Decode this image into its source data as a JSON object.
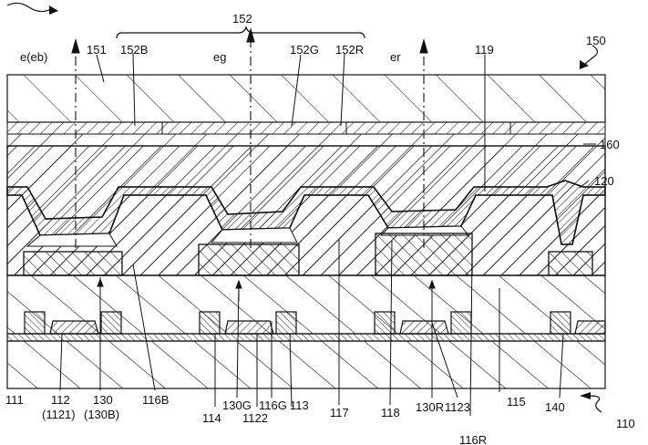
{
  "labels": {
    "l150": "150",
    "l152": "152",
    "l151": "151",
    "l152B": "152B",
    "l152G": "152G",
    "l152R": "152R",
    "l119": "119",
    "l160": "160",
    "l120": "120",
    "eb": "e(eb)",
    "eg": "eg",
    "er": "er",
    "l111": "111",
    "l112": "112",
    "l1121": "(1121)",
    "l130": "130",
    "l130B": "(130B)",
    "l116B": "116B",
    "l114": "114",
    "l130G": "130G",
    "l1122": "1122",
    "l116G": "116G",
    "l113": "113",
    "l117": "117",
    "l118": "118",
    "l130R": "130R",
    "l1123": "1123",
    "l116R": "116R",
    "l115": "115",
    "l140": "140",
    "l110": "110"
  },
  "colors": {
    "line": "#111111",
    "paper": "#ffffff"
  }
}
